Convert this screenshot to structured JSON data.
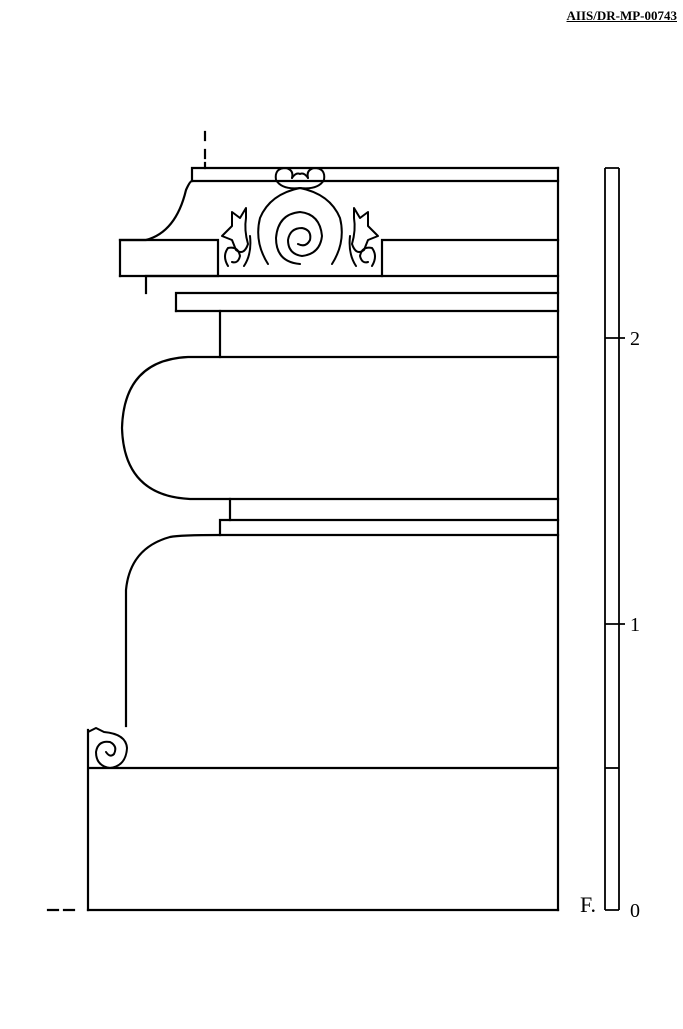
{
  "drawing": {
    "reference_code": "AIIS/DR-MP-00743",
    "floor_label": "F.",
    "colors": {
      "line": "#000000",
      "background": "#ffffff"
    }
  },
  "scale": {
    "ticks": [
      {
        "label": "0",
        "value": 0
      },
      {
        "label": "1",
        "value": 1
      },
      {
        "label": "2",
        "value": 2
      }
    ]
  }
}
